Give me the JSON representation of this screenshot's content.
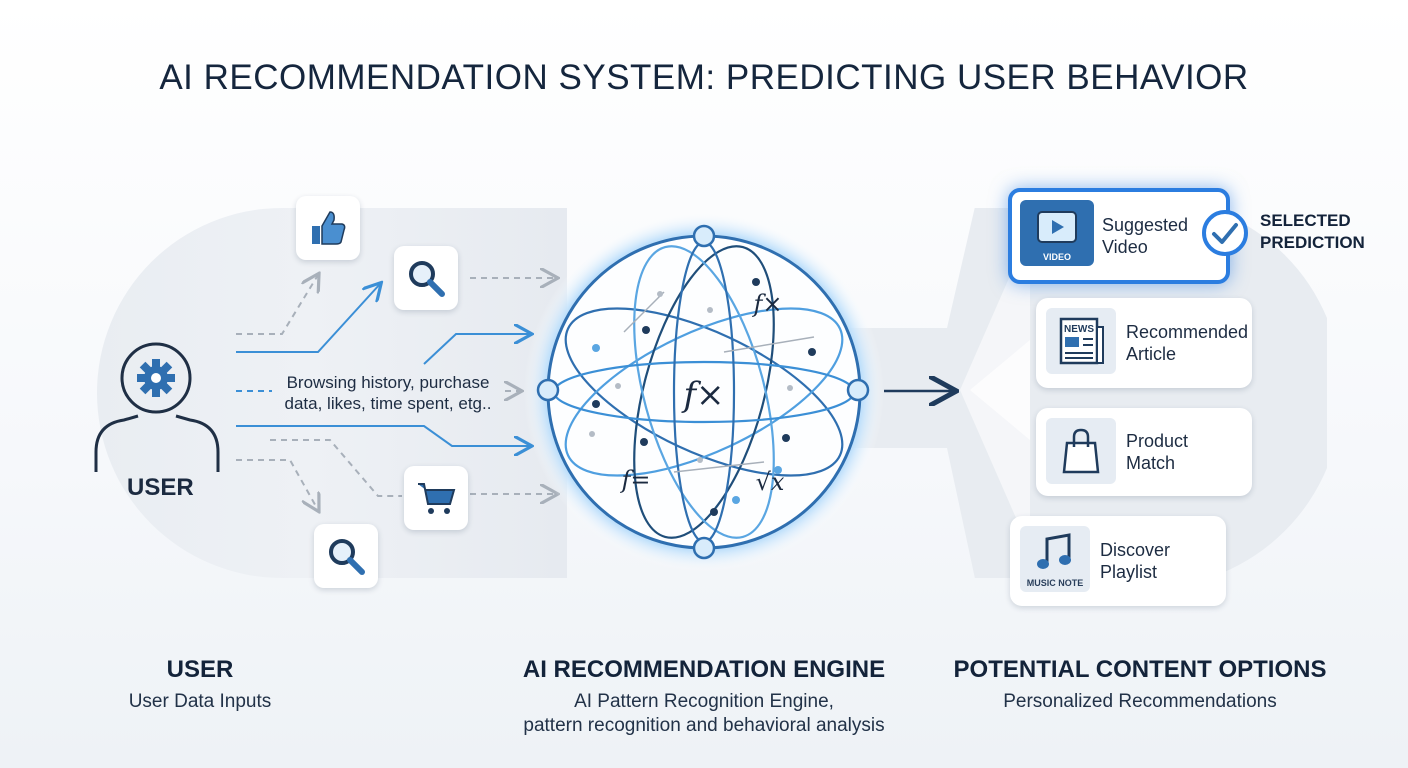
{
  "title": "AI RECOMMENDATION SYSTEM: PREDICTING USER BEHAVIOR",
  "user": {
    "label": "USER",
    "inputs_text": "Browsing history, purchase data, likes, time spent, etg.."
  },
  "engine": {
    "center_formula": "f×",
    "formulas": [
      "f×",
      "f=",
      "√x"
    ]
  },
  "options": [
    {
      "label": "Suggested Video",
      "thumb_caption": "VIDEO",
      "icon": "video-play-icon",
      "selected": true
    },
    {
      "label": "Recommended Article",
      "thumb_caption": "NEWS",
      "icon": "newspaper-icon",
      "selected": false
    },
    {
      "label": "Product Match",
      "thumb_caption": "",
      "icon": "shopping-bag-icon",
      "selected": false
    },
    {
      "label": "Discover Playlist",
      "thumb_caption": "MUSIC NOTE",
      "icon": "music-note-icon",
      "selected": false
    }
  ],
  "selected_tag": "SELECTED PREDICTION",
  "bottom": {
    "user": {
      "heading": "USER",
      "sub": "User Data Inputs"
    },
    "engine": {
      "heading": "AI RECOMMENDATION ENGINE",
      "sub1": "AI Pattern Recognition Engine,",
      "sub2": "pattern recognition and behavioral analysis"
    },
    "options": {
      "heading": "POTENTIAL CONTENT OPTIONS",
      "sub": "Personalized Recommendations"
    }
  },
  "colors": {
    "accent": "#2b7de0",
    "dark": "#1f4e7a",
    "text": "#13233a"
  }
}
